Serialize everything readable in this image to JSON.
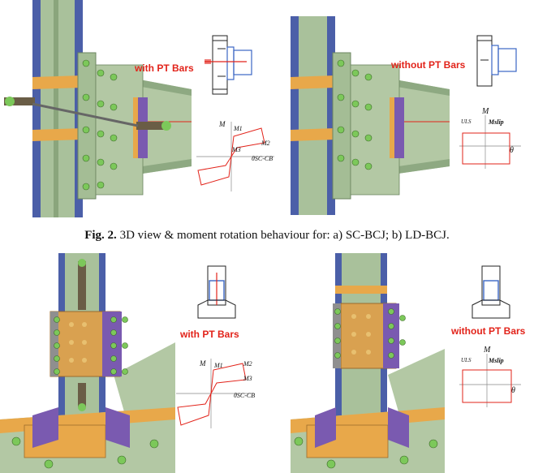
{
  "figure": {
    "caption_prefix": "Fig. 2.",
    "caption_text": "3D view & moment rotation behaviour for: a) SC-BCJ; b) LD-BCJ."
  },
  "panels": {
    "top_left_label": "with PT Bars",
    "top_right_label": "without PT Bars",
    "bottom_left_label": "with PT Bars",
    "bottom_right_label": "without PT Bars"
  },
  "graph_labels": {
    "m": "M",
    "m1": "M1",
    "m2": "M2",
    "m3": "M3",
    "theta_sc_cb": "θSC-CB",
    "m_uls": "ULS",
    "m_slip": "Mslip",
    "theta": "θ"
  },
  "colors": {
    "steel_green": "#a8c09a",
    "column_blue": "#5a6fb0",
    "plate_orange": "#e8a84a",
    "bolt_green": "#7cc85a",
    "label_red": "#e2231a",
    "purple": "#7a5ab0"
  }
}
